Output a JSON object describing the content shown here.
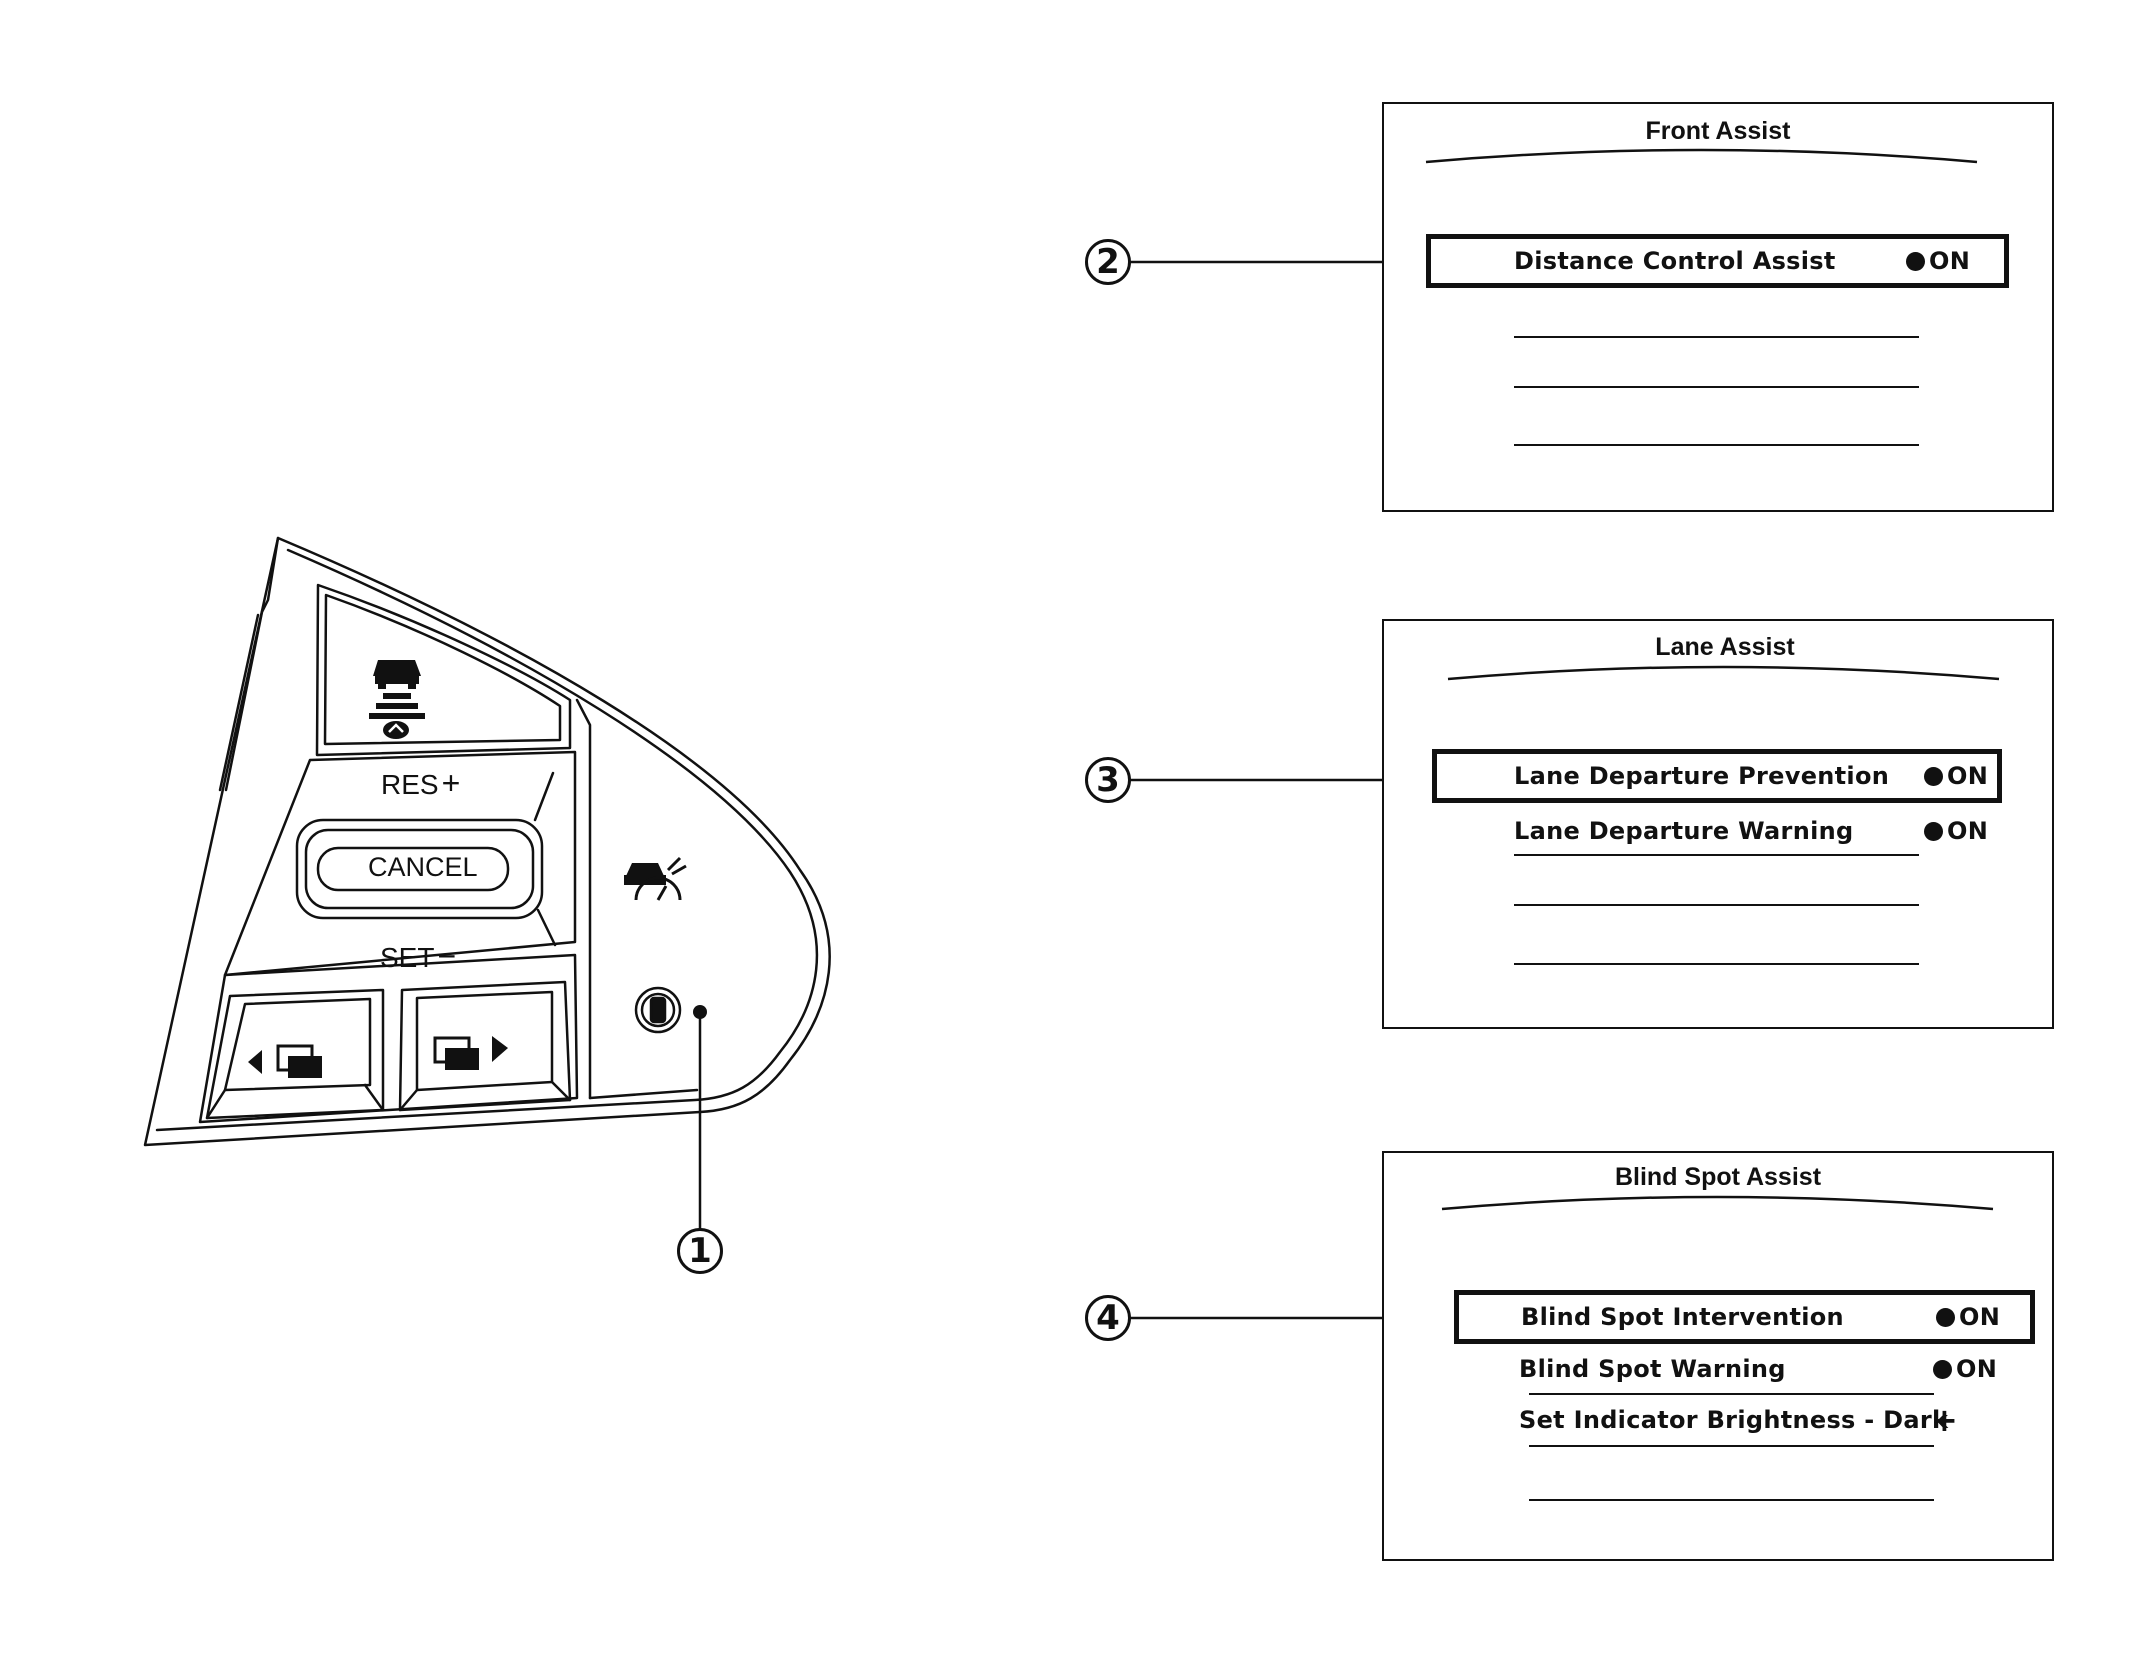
{
  "switch": {
    "res_label": "RES",
    "res_symbol": "+",
    "cancel_label": "CANCEL",
    "set_label": "SET",
    "set_symbol": "−"
  },
  "callouts": [
    "1",
    "2",
    "3",
    "4"
  ],
  "panels": {
    "front": {
      "title": "Front Assist",
      "rows": [
        {
          "label": "Distance Control Assist",
          "status": "ON",
          "selected": true
        }
      ]
    },
    "lane": {
      "title": "Lane Assist",
      "rows": [
        {
          "label": "Lane Departure Prevention",
          "status": "ON",
          "selected": true
        },
        {
          "label": "Lane Departure Warning",
          "status": "ON",
          "selected": false
        }
      ]
    },
    "blind": {
      "title": "Blind Spot Assist",
      "rows": [
        {
          "label": "Blind Spot Intervention",
          "status": "ON",
          "selected": true
        },
        {
          "label": "Blind Spot Warning",
          "status": "ON",
          "selected": false
        },
        {
          "label": "Set Indicator Brightness - Dark",
          "status": "+",
          "selected": false
        }
      ]
    }
  },
  "icons": [
    "distance-control-icon",
    "driver-assist-icon",
    "steering-assist-icon",
    "display-left-icon",
    "display-right-icon"
  ]
}
